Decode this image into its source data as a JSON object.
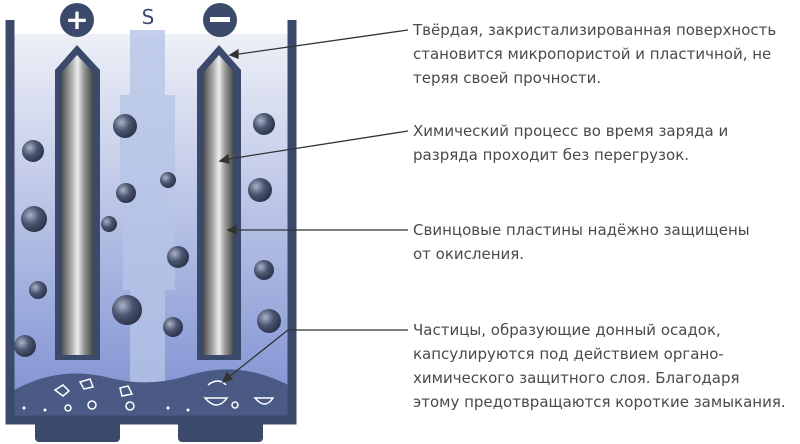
{
  "terminals": {
    "positive": "+",
    "separator": "S",
    "negative": "−"
  },
  "colors": {
    "container": "#3b4a6b",
    "liquid_top": "#eef0f7",
    "liquid_bottom": "#7d90d2",
    "text": "#4a4a4a"
  },
  "callouts": [
    {
      "lines": [
        "Твёрдая, закристализированная поверхность",
        "становится микропористой и пластичной, не",
        "теряя своей прочности."
      ]
    },
    {
      "lines": [
        "Химический процесс во время заряда и",
        "разряда проходит без перегрузок."
      ]
    },
    {
      "lines": [
        "Свинцовые пластины надёжно защищены",
        "от окисления."
      ]
    },
    {
      "lines": [
        "Частицы, образующие донный осадок,",
        "капсулируются под действием органо-",
        "химического защитного слоя. Благодаря",
        "этому предотвращаются короткие замыкания."
      ]
    }
  ]
}
